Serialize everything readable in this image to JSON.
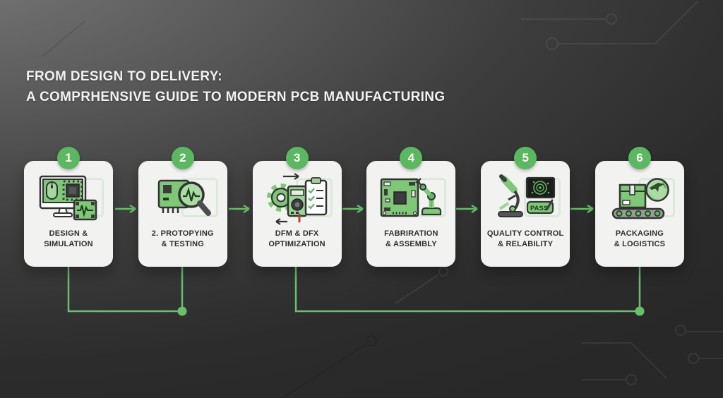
{
  "title": {
    "line1": "FROM DESIGN TO DELIVERY:",
    "line2": "A COMPRHENSIVE GUIDE TO MODERN PCB MANUFACTURING"
  },
  "steps": [
    {
      "number": "1",
      "label_line1": "DESIGN &",
      "label_line2": "SIMULATION",
      "icon": "monitor-simulation-icon"
    },
    {
      "number": "2",
      "label_line1": "2. PROTOPYING",
      "label_line2": "& TESTING",
      "icon": "chip-magnifier-icon"
    },
    {
      "number": "3",
      "label_line1": "DFM & DFX",
      "label_line2": "OPTIMIZATION",
      "icon": "gear-multimeter-checklist-icon"
    },
    {
      "number": "4",
      "label_line1": "FABRIRATION",
      "label_line2": "& ASSEMBLY",
      "icon": "pcb-robot-arm-icon"
    },
    {
      "number": "5",
      "label_line1": "QUALITY CONTROL",
      "label_line2": "& RELABILITY",
      "icon": "microscope-inspection-icon",
      "pass_label": "PASS"
    },
    {
      "number": "6",
      "label_line1": "PACKAGING",
      "label_line2": "& LOGISTICS",
      "icon": "conveyor-globe-icon"
    }
  ],
  "colors": {
    "accent_green": "#5cb860",
    "connector_green": "#6abf6c",
    "icon_green": "#7ec878",
    "card_bg": "#f2f2f1",
    "background_dark": "#2b2b2b",
    "background_light": "#757575",
    "label_text": "#2e2e2e",
    "title_text": "#f2f2f2"
  }
}
